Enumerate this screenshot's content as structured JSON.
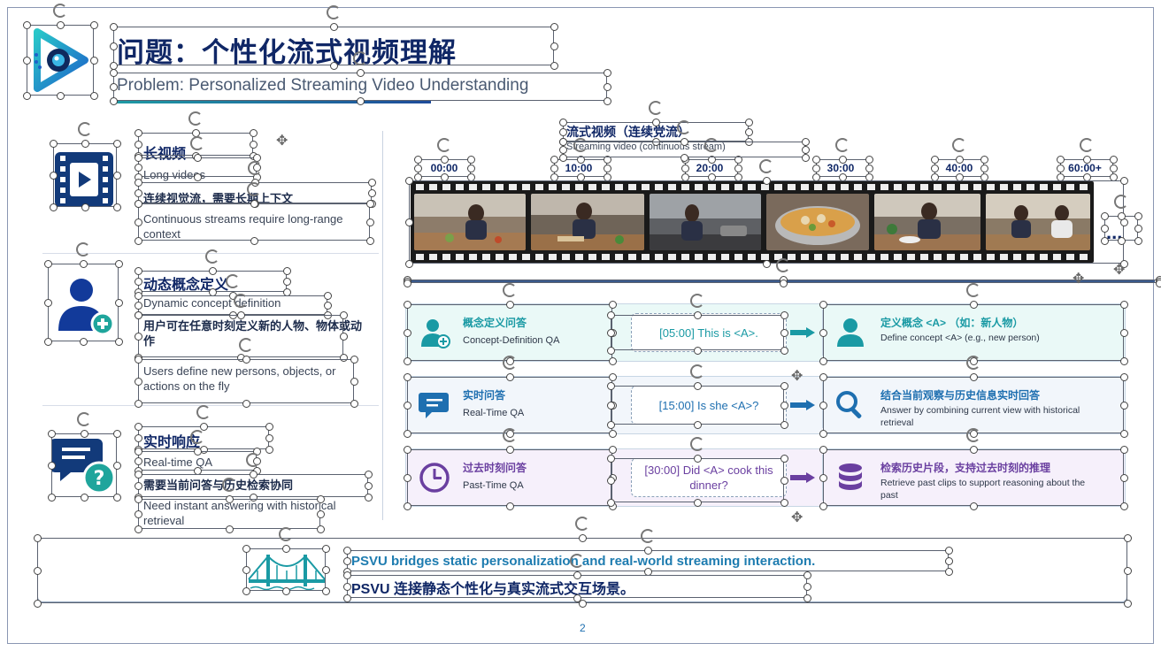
{
  "header": {
    "title_zh": "问题：个性化流式视频理解",
    "title_en": "Problem: Personalized Streaming Video Understanding"
  },
  "left": {
    "sections": [
      {
        "icon": "video-player-icon",
        "heading": "长视频",
        "heading_en": "Long videos",
        "detail_zh": "连续视觉流，需要长期上下文",
        "detail_en": "Continuous streams require long-range context"
      },
      {
        "icon": "add-person-icon",
        "heading": "动态概念定义",
        "heading_en": "Dynamic concept definition",
        "detail_zh": "用户可在任意时刻定义新的人物、物体或动作",
        "detail_en": "Users define new persons, objects, or actions on the fly"
      },
      {
        "icon": "question-chat-icon",
        "heading": "实时响应",
        "heading_en": "Real-time QA",
        "detail_zh": "需要当前问答与历史检索协同",
        "detail_en": "Need instant answering with historical retrieval"
      }
    ]
  },
  "stream": {
    "title": "流式视频（连续党流）",
    "subtitle": "Streaming video (continuous stream)",
    "ticks": [
      "00:00",
      "10:00",
      "20:00",
      "30:00",
      "40:00",
      "60:00+"
    ],
    "ellipsis": "..."
  },
  "rows": [
    {
      "icon": "person-add-icon",
      "heading": "概念定义问答",
      "heading_en": "Concept-Definition QA",
      "bubble": "[05:00] This is <A>.",
      "icon2": "person-icon",
      "result_zh": "定义概念 <A> （如：新人物）",
      "result_en": "Define concept <A> (e.g., new person)",
      "color": "#1a9aa4",
      "bg": "#eaf9f7"
    },
    {
      "icon": "chat-icon",
      "heading": "实时问答",
      "heading_en": "Real-Time QA",
      "bubble": "[15:00] Is she <A>?",
      "icon2": "magnifier-icon",
      "result_zh": "结合当前观察与历史信息实时回答",
      "result_en": "Answer by combining current view with historical retrieval",
      "color": "#1e6fb0",
      "bg": "#f2f6fb"
    },
    {
      "icon": "clock-icon",
      "heading": "过去时刻问答",
      "heading_en": "Past-Time QA",
      "bubble": "[30:00] Did <A> cook this dinner?",
      "icon2": "database-icon",
      "result_zh": "检索历史片段，支持过去时刻的推理",
      "result_en": "Retrieve past clips to support reasoning about the past",
      "color": "#6a3fa0",
      "bg": "#f6f0fb"
    }
  ],
  "bottom": {
    "line_en": "PSVU bridges static personalization and real-world streaming interaction.",
    "line_zh": "PSVU 连接静态个性化与真实流式交互场景。"
  },
  "page_number": "2"
}
